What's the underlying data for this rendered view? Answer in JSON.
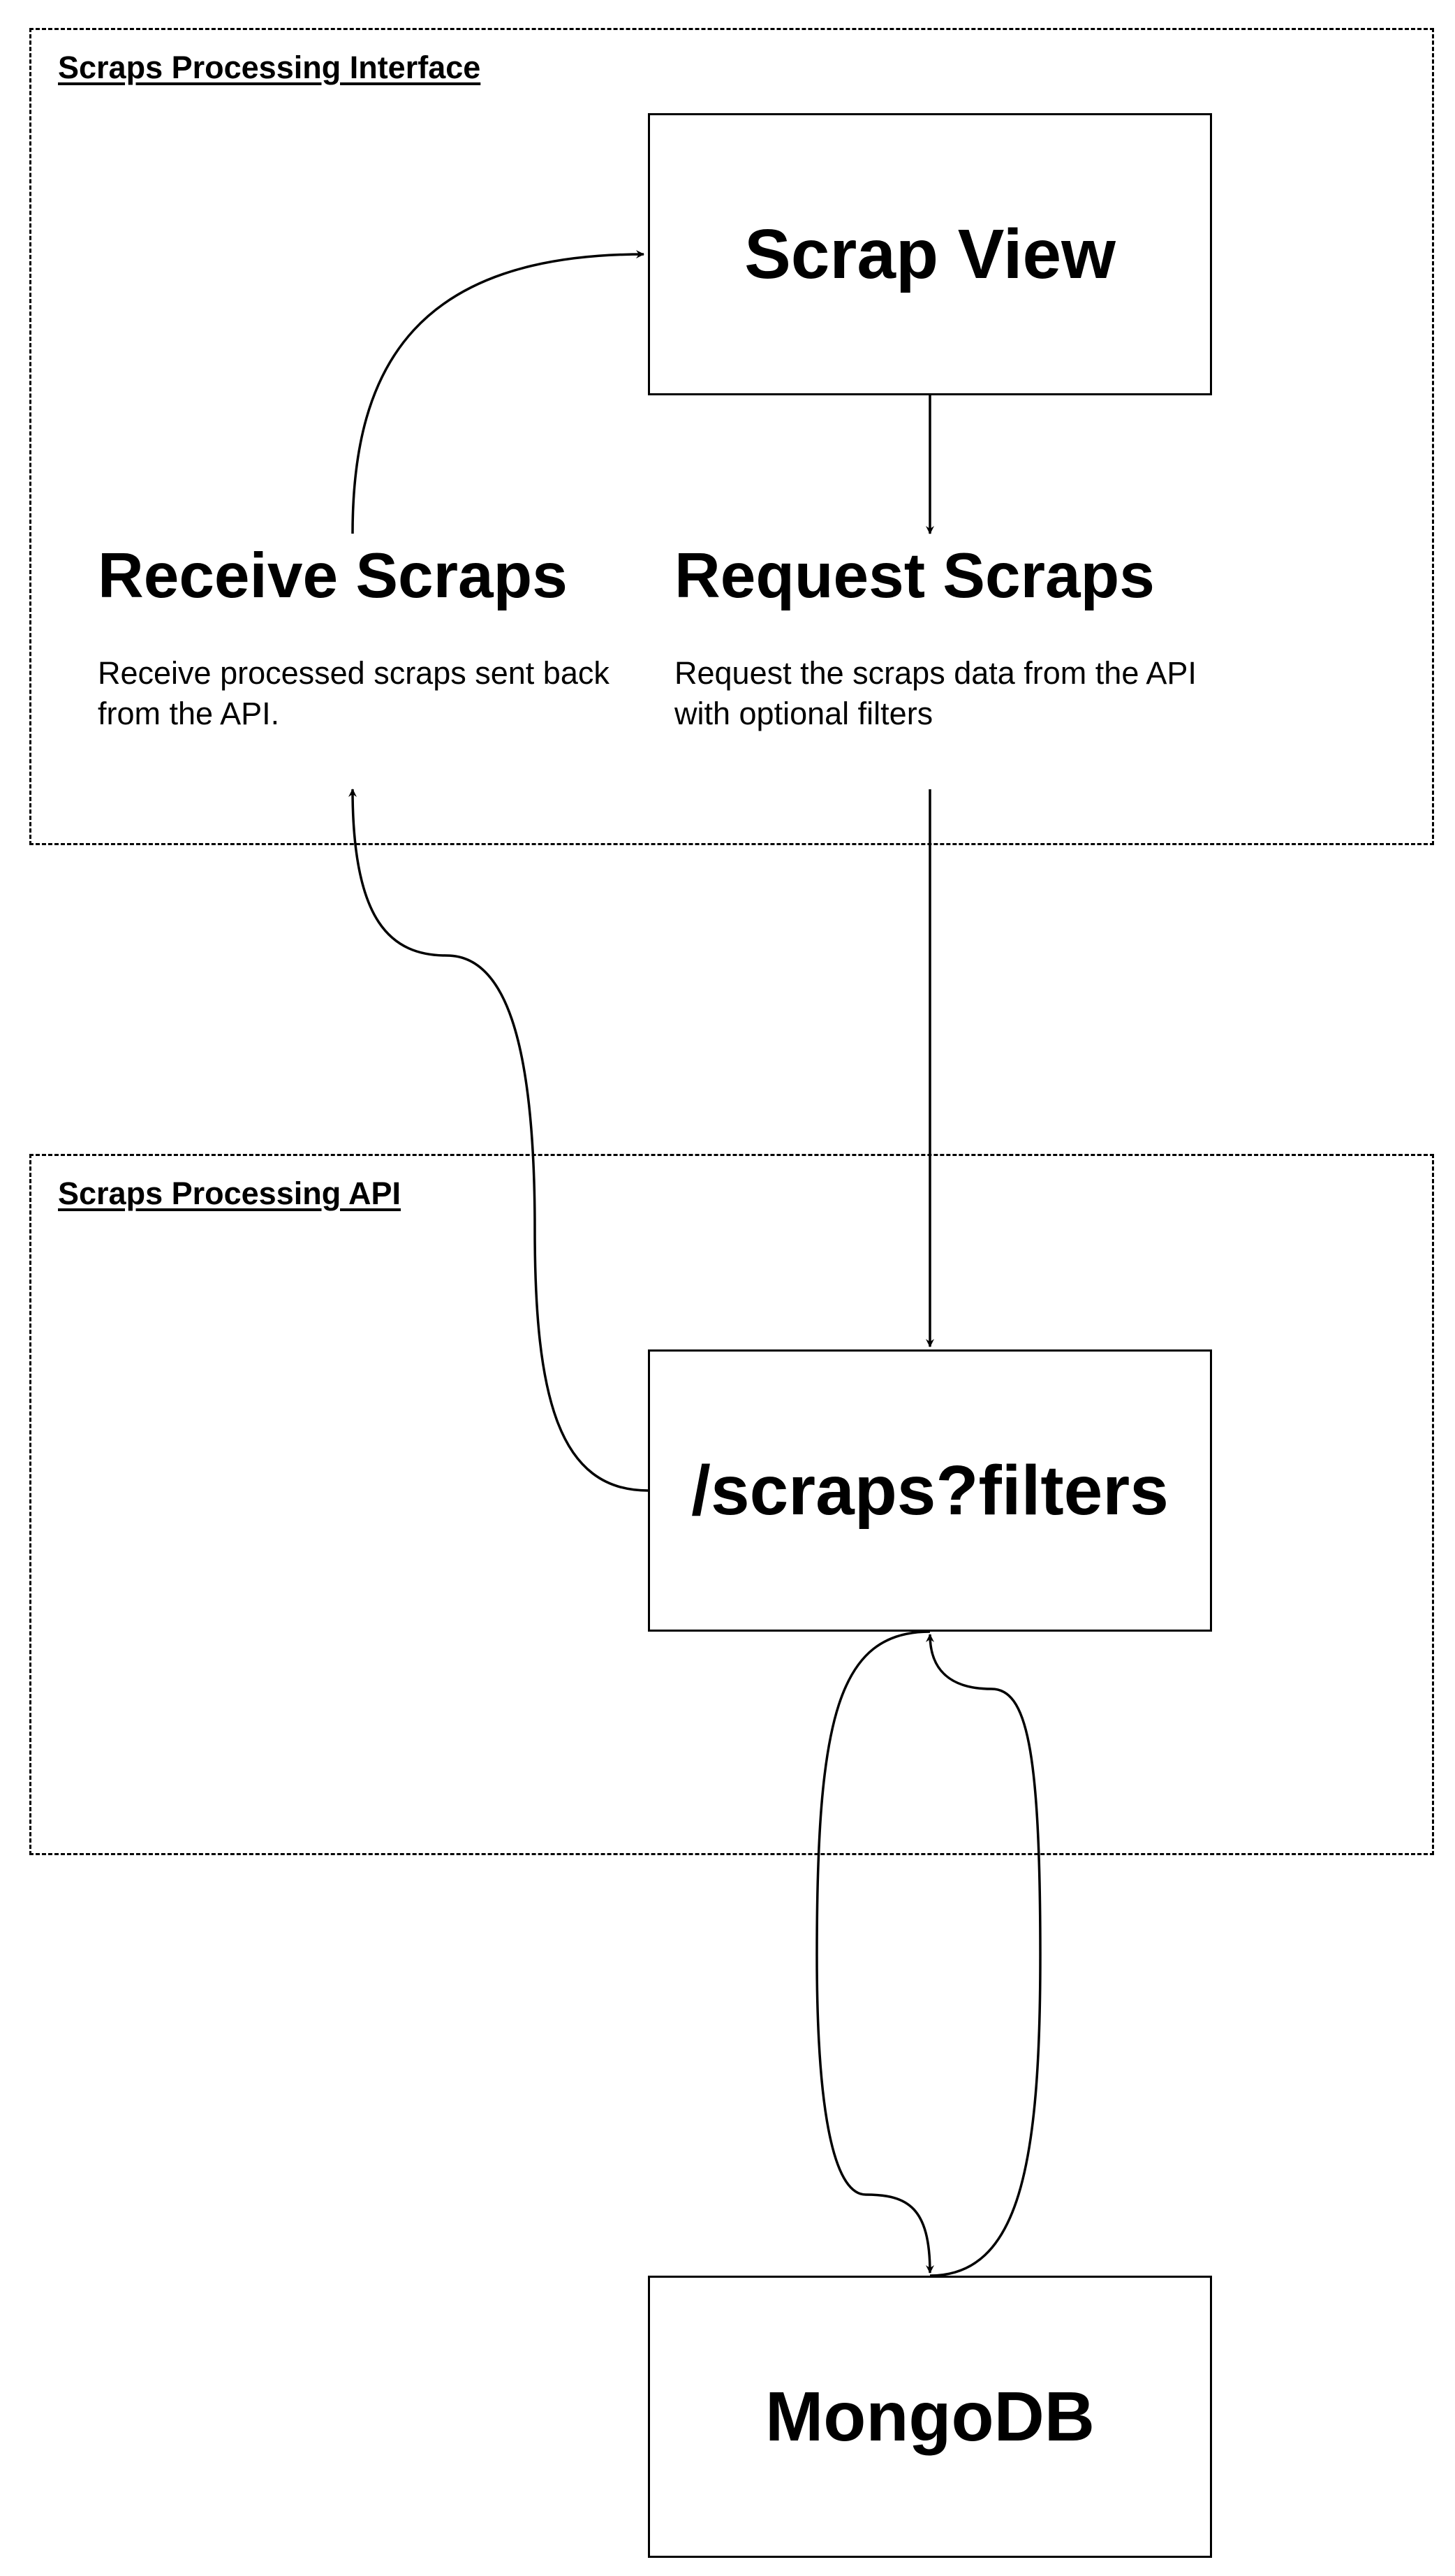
{
  "groups": {
    "interface": {
      "label": "Scraps Processing Interface"
    },
    "api": {
      "label": "Scraps Processing API"
    }
  },
  "nodes": {
    "scrap_view": "Scrap View",
    "endpoint": "/scraps?filters",
    "mongodb": "MongoDB"
  },
  "steps": {
    "receive": {
      "heading": "Receive Scraps",
      "text": "Receive processed scraps sent back from the API."
    },
    "request": {
      "heading": "Request Scraps",
      "text": "Request the scraps data from the API with optional filters"
    }
  }
}
